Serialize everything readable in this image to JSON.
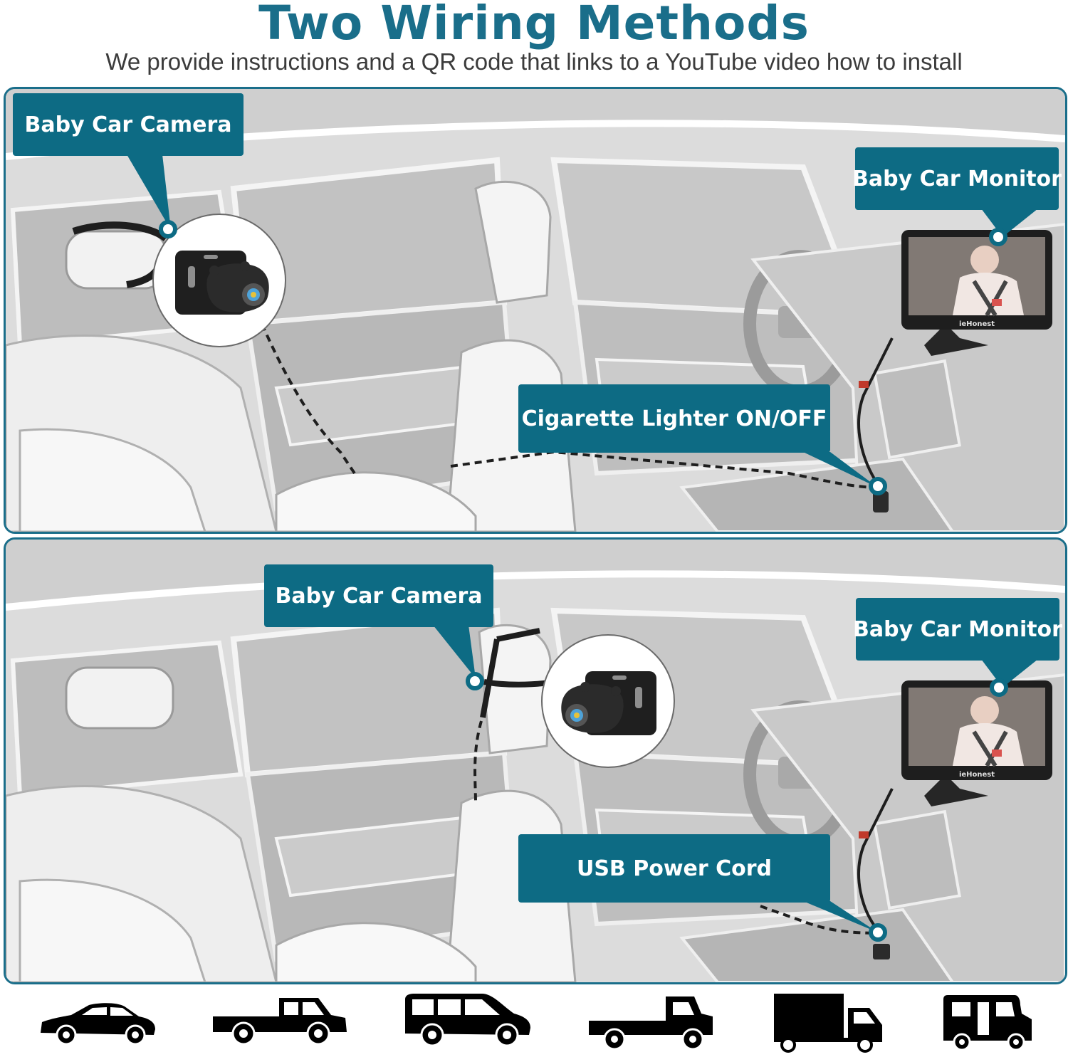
{
  "header": {
    "title": "Two Wiring Methods",
    "subtitle": "We provide instructions and a QR code that links to a YouTube video how to install"
  },
  "panels": [
    {
      "camera_label": "Baby Car Camera",
      "monitor_label": "Baby Car Monitor",
      "power_label": "Cigarette Lighter ON/OFF"
    },
    {
      "camera_label": "Baby Car Camera",
      "monitor_label": "Baby Car Monitor",
      "power_label": "USB Power Cord"
    }
  ],
  "monitor_brand": "ieHonest",
  "vehicles": [
    "sedan-icon",
    "pickup-truck-icon",
    "minivan-icon",
    "flatbed-truck-icon",
    "box-truck-icon",
    "rv-camper-icon"
  ],
  "colors": {
    "accent": "#0d6b84",
    "title": "#1a6e8a",
    "subtitle": "#3b3b3b"
  }
}
